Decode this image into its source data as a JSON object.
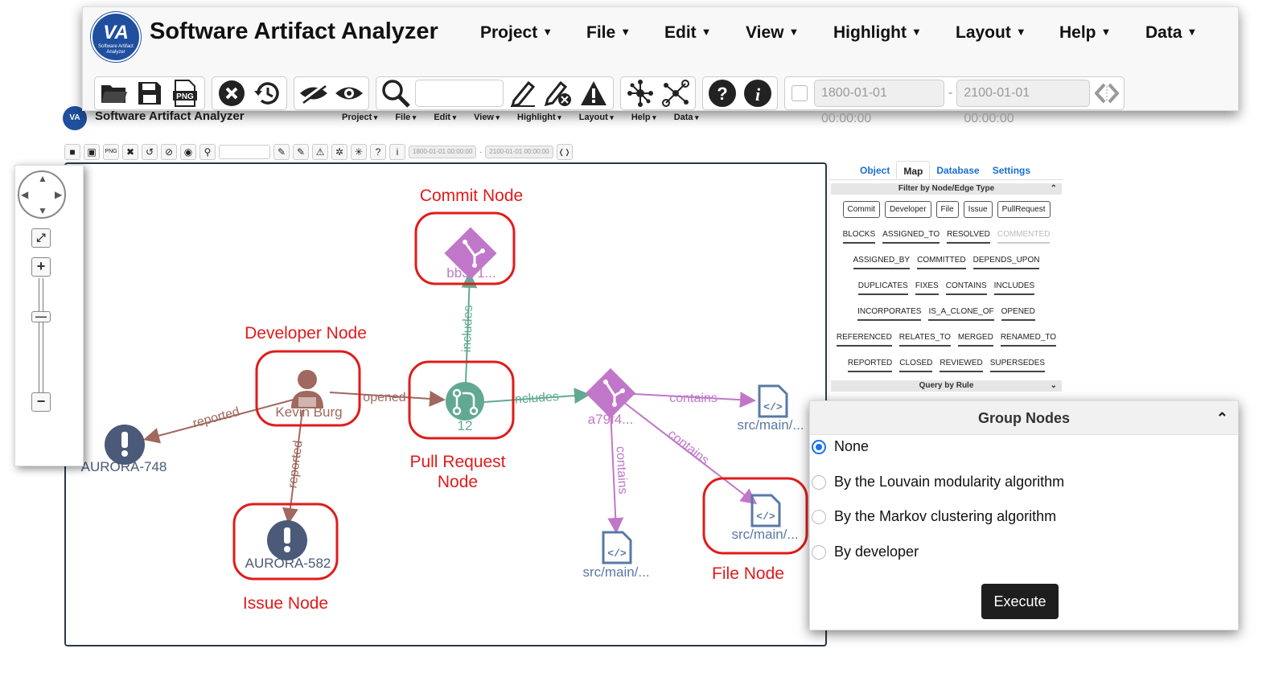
{
  "app": {
    "title": "Software Artifact Analyzer",
    "logo_text": "VA",
    "logo_subtext": "Software Artifact Analyzer",
    "menu": [
      "Project",
      "File",
      "Edit",
      "View",
      "Highlight",
      "Layout",
      "Help",
      "Data"
    ]
  },
  "toolbar": {
    "search_value": "",
    "date_from": "1800-01-01 00:00:00",
    "date_to": "2100-01-01 00:00:00",
    "date_separator": "-",
    "icons": [
      "open-folder-icon",
      "save-icon",
      "png-export-icon",
      "clear-icon",
      "history-icon",
      "hide-icon",
      "show-icon",
      "search-icon",
      "highlight-pen-icon",
      "remove-highlight-icon",
      "warning-icon",
      "layout-icon",
      "cluster-icon",
      "help-icon",
      "info-icon",
      "timeline-arrows-icon"
    ],
    "png_label": "PNG"
  },
  "right_panel": {
    "tabs": [
      "Object",
      "Map",
      "Database",
      "Settings"
    ],
    "active_tab": "Map",
    "filter_section": "Filter by Node/Edge Type",
    "node_types": [
      "Commit",
      "Developer",
      "File",
      "Issue",
      "PullRequest"
    ],
    "edge_types": [
      {
        "label": "BLOCKS",
        "enabled": true
      },
      {
        "label": "ASSIGNED_TO",
        "enabled": true
      },
      {
        "label": "RESOLVED",
        "enabled": true
      },
      {
        "label": "COMMENTED",
        "enabled": false
      },
      {
        "label": "ASSIGNED_BY",
        "enabled": true
      },
      {
        "label": "COMMITTED",
        "enabled": true
      },
      {
        "label": "DEPENDS_UPON",
        "enabled": true
      },
      {
        "label": "DUPLICATES",
        "enabled": true
      },
      {
        "label": "FIXES",
        "enabled": true
      },
      {
        "label": "CONTAINS",
        "enabled": true
      },
      {
        "label": "INCLUDES",
        "enabled": true
      },
      {
        "label": "INCORPORATES",
        "enabled": true
      },
      {
        "label": "IS_A_CLONE_OF",
        "enabled": true
      },
      {
        "label": "OPENED",
        "enabled": true
      },
      {
        "label": "REFERENCED",
        "enabled": true
      },
      {
        "label": "RELATES_TO",
        "enabled": true
      },
      {
        "label": "MERGED",
        "enabled": true
      },
      {
        "label": "RENAMED_TO",
        "enabled": true
      },
      {
        "label": "REPORTED",
        "enabled": true
      },
      {
        "label": "CLOSED",
        "enabled": true
      },
      {
        "label": "REVIEWED",
        "enabled": true
      },
      {
        "label": "SUPERSEDES",
        "enabled": true
      }
    ],
    "rule_section": "Query by Rule"
  },
  "group_nodes": {
    "title": "Group Nodes",
    "options": [
      "None",
      "By the Louvain modularity algorithm",
      "By the Markov clustering algorithm",
      "By developer"
    ],
    "selected": "None",
    "execute_label": "Execute"
  },
  "graph": {
    "nodes": {
      "commit_top": {
        "label": "bb371...",
        "type": "Commit",
        "color": "#c177c9"
      },
      "developer": {
        "label": "Kevin Burg",
        "type": "Developer",
        "color": "#a0685f"
      },
      "pull_request": {
        "label": "12",
        "type": "PullRequest",
        "color": "#62a993"
      },
      "commit_mid": {
        "label": "a79f4...",
        "type": "Commit",
        "color": "#c177c9"
      },
      "issue_748": {
        "label": "AURORA-748",
        "type": "Issue",
        "color": "#4a5a78"
      },
      "issue_582": {
        "label": "AURORA-582",
        "type": "Issue",
        "color": "#4a5a78"
      },
      "file_1": {
        "label": "src/main/...",
        "type": "File",
        "color": "#5a79a6"
      },
      "file_2": {
        "label": "src/main/...",
        "type": "File",
        "color": "#5a79a6"
      },
      "file_3": {
        "label": "src/main/...",
        "type": "File",
        "color": "#5a79a6"
      }
    },
    "edges": {
      "reported_748": "reported",
      "reported_582": "reported",
      "opened": "opened",
      "includes_top": "includes",
      "includes_mid": "includes",
      "contains_1": "contains",
      "contains_2": "contains",
      "contains_3": "contains"
    }
  },
  "annotations": {
    "commit": "Commit Node",
    "developer": "Developer Node",
    "pull_request_line1": "Pull Request",
    "pull_request_line2": "Node",
    "issue": "Issue Node",
    "file": "File Node"
  }
}
